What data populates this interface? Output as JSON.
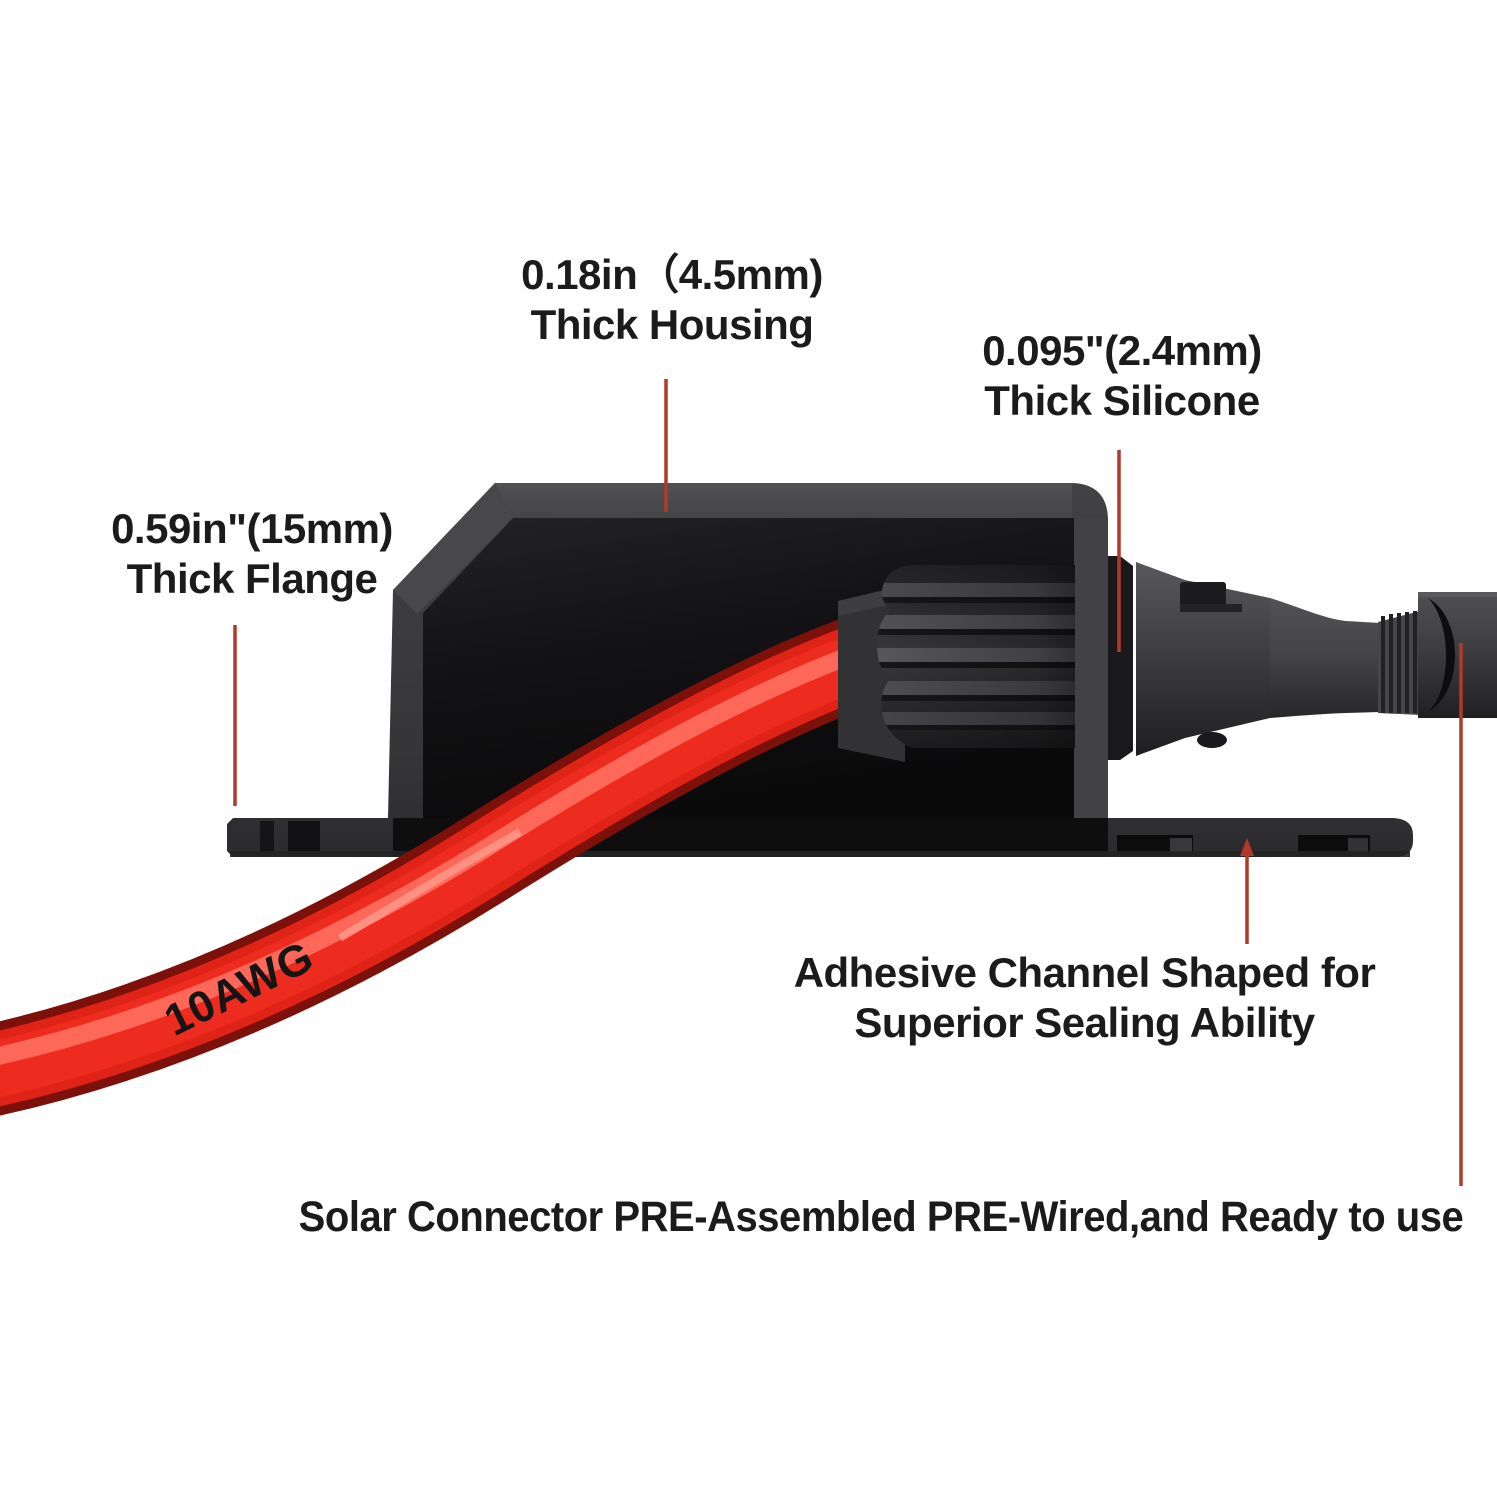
{
  "page": {
    "background": "#ffffff"
  },
  "colors": {
    "page_bg": "#ffffff",
    "label_text": "#1b1b1b",
    "leader_line": "#b0392c",
    "cable_red": "#e02317",
    "cable_core": "#ee2b1f",
    "cable_edge": "#7c100b",
    "cable_highlight": "#ff7363",
    "housing_gray": "#3a3a3d"
  },
  "annotations": {
    "housing": {
      "line1": "0.18in（4.5mm)",
      "line2": "Thick Housing"
    },
    "silicone": {
      "line1": "0.095\"(2.4mm)",
      "line2": "Thick Silicone"
    },
    "flange": {
      "line1": "0.59in\"(15mm)",
      "line2": "Thick Flange"
    },
    "adhesive_channel": {
      "line1": "Adhesive Channel Shaped for",
      "line2": "Superior Sealing Ability"
    },
    "solar_connector": {
      "text": "Solar Connector PRE-Assembled PRE-Wired,and Ready to use"
    },
    "cable_marking": {
      "text": "10AWG"
    }
  }
}
